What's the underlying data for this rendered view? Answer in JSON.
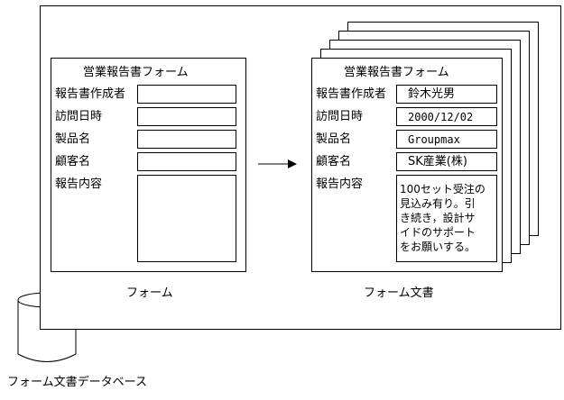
{
  "database": {
    "label": "フォーム文書データベース"
  },
  "form_template": {
    "title": "営業報告書フォーム",
    "fields": [
      {
        "label": "報告書作成者"
      },
      {
        "label": "訪問日時"
      },
      {
        "label": "製品名"
      },
      {
        "label": "顧客名"
      },
      {
        "label": "報告内容"
      }
    ],
    "caption": "フォーム"
  },
  "form_document": {
    "title": "営業報告書フォーム",
    "fields": [
      {
        "label": "報告書作成者",
        "value": "鈴木光男"
      },
      {
        "label": "訪問日時",
        "value": "2000/12/02"
      },
      {
        "label": "製品名",
        "value": "Groupmax"
      },
      {
        "label": "顧客名",
        "value": "SK産業(株)"
      },
      {
        "label": "報告内容",
        "value_lines": [
          "100セット受注の",
          "見込み有り。引",
          "き続き，設計サ",
          "イドのサポート",
          "をお願いする。"
        ]
      }
    ],
    "caption": "フォーム文書"
  }
}
